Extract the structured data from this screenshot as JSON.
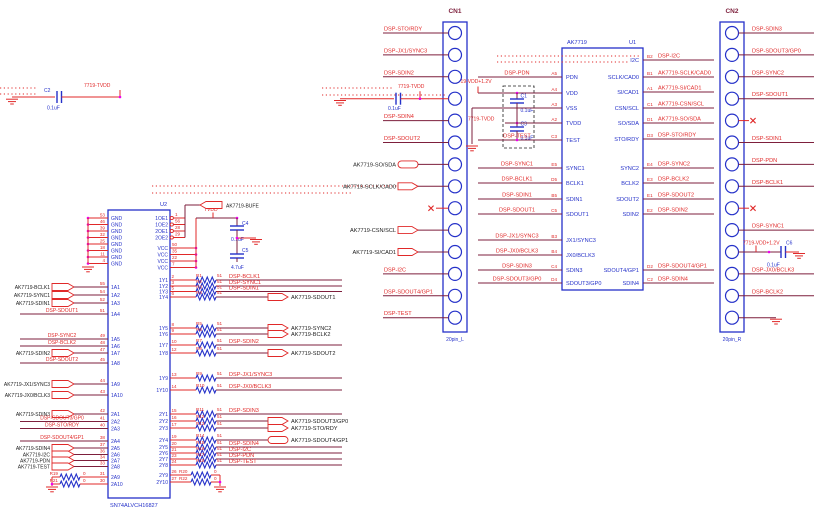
{
  "titles": {
    "cn1": "CN1",
    "cn1_type": "20pin_L",
    "cn2": "CN2",
    "cn2_type": "20pin_R",
    "u1_ref": "U1",
    "u1_part": "AK7719",
    "u2_ref": "U2",
    "u2_part": "SN74ALVCH16827"
  },
  "power": {
    "tvdd": "7719-TVDD",
    "vdd12": "7719-VDD+1.2V",
    "tvdd_rail": "TVDD",
    "bufe": "AK7719-BUFE"
  },
  "caps": {
    "c1": {
      "ref": "C1",
      "val": "0.1uF"
    },
    "c2": {
      "ref": "C2",
      "val": "0.1uF"
    },
    "c3": {
      "ref": "C3",
      "val": "0.1uF"
    },
    "c4": {
      "ref": "C4",
      "val": "0.1uF"
    },
    "c5": {
      "ref": "C5",
      "val": "4.7uF"
    },
    "c6": {
      "ref": "C6",
      "val": "0.1uF"
    },
    "cn1_cap_val": "0.1uF"
  },
  "cn1": {
    "rows": [
      {
        "t": "DSP-STO/RDY",
        "c": "r"
      },
      {
        "t": "DSP-JX1/SYNC3",
        "c": "r"
      },
      {
        "t": "DSP-SDIN2",
        "c": "r"
      },
      {
        "type": "tvdd"
      },
      {
        "t": "DSP-SDIN4",
        "c": "r"
      },
      {
        "t": "DSP-SDOUT2",
        "c": "r"
      },
      {
        "t": "AK7719-SO/SDA",
        "c": "k",
        "sym": "s"
      },
      {
        "t": "AK7719-SCLK/CAD0",
        "c": "k",
        "sym": "a"
      },
      {
        "type": "nc"
      },
      {
        "t": "AK7719-CSN/SCL",
        "c": "k",
        "sym": "a"
      },
      {
        "t": "AK7719-SI/CAD1",
        "c": "k",
        "sym": "a"
      },
      {
        "t": "DSP-I2C",
        "c": "r"
      },
      {
        "t": "DSP-SDOUT4/GP1",
        "c": "r"
      },
      {
        "t": "DSP-TEST",
        "c": "r"
      }
    ]
  },
  "cn2": {
    "rows": [
      {
        "t": "DSP-SDIN3"
      },
      {
        "t": "DSP-SDOUT3/GP0"
      },
      {
        "t": "DSP-SYNC2"
      },
      {
        "t": "DSP-SDOUT1"
      },
      {
        "type": "nc"
      },
      {
        "t": "DSP-SDIN1"
      },
      {
        "t": "DSP-PDN"
      },
      {
        "t": "DSP-BCLK1"
      },
      {
        "type": "nc"
      },
      {
        "t": "DSP-SYNC1"
      },
      {
        "type": "vdd"
      },
      {
        "t": "DSP-JX0/BCLK3"
      },
      {
        "t": "DSP-BCLK2"
      },
      {
        "type": "gnd"
      }
    ]
  },
  "u1": {
    "left": [
      {
        "pin": "A5",
        "name": "PDN",
        "label": "DSP-PDN"
      },
      {
        "pin": "A4",
        "name": "VDD",
        "pw": "vdd"
      },
      {
        "pin": "A3",
        "name": "VSS",
        "pw": "vss"
      },
      {
        "pin": "A2",
        "name": "TVDD",
        "pw": "tvdd"
      },
      {
        "pin": "C3",
        "name": "TEST",
        "label": "DSP-TEST"
      },
      {
        "pin": "E5",
        "name": "SYNC1",
        "label": "DSP-SYNC1"
      },
      {
        "pin": "D5",
        "name": "BCLK1",
        "label": "DSP-BCLK1"
      },
      {
        "pin": "B5",
        "name": "SDIN1",
        "label": "DSP-SDIN1"
      },
      {
        "pin": "C5",
        "name": "SDOUT1",
        "label": "DSP-SDOUT1"
      },
      {
        "pin": "B3",
        "name": "JX1/SYNC3",
        "label": "DSP-JX1/SYNC3"
      },
      {
        "pin": "B4",
        "name": "JX0/BCLK3",
        "label": "DSP-JX0/BCLK3"
      },
      {
        "pin": "C4",
        "name": "SDIN3",
        "label": "DSP-SDIN3"
      },
      {
        "pin": "D4",
        "name": "SDOUT3/GP0",
        "label": "DSP-SDOUT3/GP0"
      }
    ],
    "right": [
      {
        "pin": "B2",
        "name": "I2C",
        "label": "DSP-I2C"
      },
      {
        "pin": "B1",
        "name": "SCLK/CAD0",
        "label": "AK7719-SCLK/CAD0"
      },
      {
        "pin": "A1",
        "name": "SI/CAD1",
        "label": "AK7719-SI/CAD1"
      },
      {
        "pin": "C1",
        "name": "CSN/SCL",
        "label": "AK7719-CSN/SCL"
      },
      {
        "pin": "D1",
        "name": "SO/SDA",
        "label": "AK7719-SO/SDA"
      },
      {
        "pin": "D3",
        "name": "STO/RDY",
        "label": "DSP-STO/RDY"
      },
      {
        "pin": "E4",
        "name": "SYNC2",
        "label": "DSP-SYNC2"
      },
      {
        "pin": "E3",
        "name": "BCLK2",
        "label": "DSP-BCLK2"
      },
      {
        "pin": "E1",
        "name": "SDOUT2",
        "label": "DSP-SDOUT2"
      },
      {
        "pin": "E2",
        "name": "SDIN2",
        "label": "DSP-SDIN2"
      },
      {
        "pin": "D2",
        "name": "SDOUT4/GP1",
        "label": "DSP-SDOUT4/GP1"
      },
      {
        "pin": "C2",
        "name": "SDIN4",
        "label": "DSP-SDIN4"
      }
    ]
  },
  "u2": {
    "gnd": {
      "name": "GND",
      "pins": [
        "53",
        "46",
        "39",
        "32",
        "25",
        "18",
        "11",
        "4"
      ]
    },
    "oe": [
      {
        "pin": "1",
        "name": "1OE1"
      },
      {
        "pin": "56",
        "name": "1OE2"
      },
      {
        "pin": "28",
        "name": "2OE1"
      },
      {
        "pin": "29",
        "name": "2OE2"
      }
    ],
    "vcc": {
      "name": "VCC",
      "pins": [
        "50",
        "35",
        "22",
        "7"
      ]
    },
    "left": [
      {
        "t": "AK7719-BCLK1",
        "c": "k",
        "sym": "a",
        "pin": "55",
        "name": "1A1"
      },
      {
        "t": "AK7719-SYNC1",
        "c": "k",
        "sym": "a",
        "pin": "54",
        "name": "1A2"
      },
      {
        "t": "AK7719-SDIN1",
        "c": "k",
        "sym": "a",
        "pin": "52",
        "name": "1A3"
      },
      {
        "t": "DSP-SDOUT1",
        "c": "r",
        "pin": "51",
        "name": "1A4"
      },
      {
        "t": "DSP-SYNC2",
        "c": "r",
        "pin": "49",
        "name": "1A5"
      },
      {
        "t": "DSP-BCLK2",
        "c": "r",
        "pin": "48",
        "name": "1A6"
      },
      {
        "t": "AK7719-SDIN2",
        "c": "k",
        "sym": "a",
        "pin": "47",
        "name": "1A7"
      },
      {
        "t": "DSP-SDOUT2",
        "c": "r",
        "pin": "45",
        "name": "1A8"
      },
      {
        "t": "AK7719-JX1/SYNC3",
        "c": "k",
        "sym": "a",
        "pin": "44",
        "name": "1A9"
      },
      {
        "t": "AK7719-JX0/BCLK3",
        "c": "k",
        "sym": "a",
        "pin": "43",
        "name": "1A10"
      },
      {
        "t": "AK7719-SDIN3",
        "c": "k",
        "sym": "a",
        "pin": "42",
        "name": "2A1"
      },
      {
        "t": "DSP-SDOUT3/GP0",
        "c": "r",
        "pin": "41",
        "name": "2A2"
      },
      {
        "t": "DSP-STO/RDY",
        "c": "r",
        "pin": "40",
        "name": "2A3"
      },
      {
        "t": "DSP-SDOUT4/GP1",
        "c": "r",
        "pin": "38",
        "name": "2A4"
      },
      {
        "t": "AK7719-SDIN4",
        "c": "k",
        "sym": "a",
        "pin": "37",
        "name": "2A5"
      },
      {
        "t": "AK7719-I2C",
        "c": "k",
        "sym": "a",
        "pin": "36",
        "name": "2A6"
      },
      {
        "t": "AK7719-PDN",
        "c": "k",
        "sym": "a",
        "pin": "34",
        "name": "2A7"
      },
      {
        "t": "AK7719-TEST",
        "c": "k",
        "sym": "a",
        "pin": "33",
        "name": "2A8"
      },
      {
        "res": "R19",
        "val": "0",
        "pin": "31",
        "name": "2A9"
      },
      {
        "res": "R21",
        "val": "0",
        "pin": "30",
        "name": "2A10"
      }
    ],
    "right": [
      {
        "name": "1Y1",
        "pin": "2",
        "res": "R1",
        "val": "51",
        "t": "DSP-BCLK1",
        "c": "r"
      },
      {
        "name": "1Y2",
        "pin": "3",
        "res": "R2",
        "val": "51",
        "t": "DSP-SYNC1",
        "c": "r"
      },
      {
        "name": "1Y3",
        "pin": "5",
        "res": "R3",
        "val": "51",
        "t": "DSP-SDIN1",
        "c": "r"
      },
      {
        "name": "1Y4",
        "pin": "6",
        "res": "R4",
        "val": "51",
        "t": "AK7719-SDOUT1",
        "c": "k",
        "sym": "a"
      },
      {
        "name": "1Y5",
        "pin": "8",
        "res": "R5",
        "val": "51",
        "t": "AK7719-SYNC2",
        "c": "k",
        "sym": "a"
      },
      {
        "name": "1Y6",
        "pin": "9",
        "res": "R6",
        "val": "51",
        "t": "AK7719-BCLK2",
        "c": "k",
        "sym": "a"
      },
      {
        "name": "1Y7",
        "pin": "10",
        "res": "R7",
        "val": "51",
        "t": "DSP-SDIN2",
        "c": "r"
      },
      {
        "name": "1Y8",
        "pin": "12",
        "res": "R8",
        "val": "51",
        "t": "AK7719-SDOUT2",
        "c": "k",
        "sym": "a"
      },
      {
        "name": "1Y9",
        "pin": "13",
        "res": "R9",
        "val": "51",
        "t": "DSP-JX1/SYNC3",
        "c": "r"
      },
      {
        "name": "1Y10",
        "pin": "14",
        "res": "R10",
        "val": "51",
        "t": "DSP-JX0/BCLK3",
        "c": "r"
      },
      {
        "name": "2Y1",
        "pin": "15",
        "res": "R11",
        "val": "51",
        "t": "DSP-SDIN3",
        "c": "r"
      },
      {
        "name": "2Y2",
        "pin": "16",
        "res": "R12",
        "val": "51",
        "t": "AK7719-SDOUT3/GP0",
        "c": "k",
        "sym": "a"
      },
      {
        "name": "2Y3",
        "pin": "17",
        "res": "R13",
        "val": "51",
        "t": "AK7719-STO/RDY",
        "c": "k",
        "sym": "a"
      },
      {
        "name": "2Y4",
        "pin": "19",
        "res": "R14",
        "val": "51",
        "t": "AK7719-SDOUT4/GP1",
        "c": "k",
        "sym": "s"
      },
      {
        "name": "2Y5",
        "pin": "20",
        "res": "R15",
        "val": "51",
        "t": "DSP-SDIN4",
        "c": "r"
      },
      {
        "name": "2Y6",
        "pin": "21",
        "res": "R16",
        "val": "51",
        "t": "DSP-I2C",
        "c": "r"
      },
      {
        "name": "2Y7",
        "pin": "23",
        "res": "R17",
        "val": "51",
        "t": "DSP-PDN",
        "c": "r"
      },
      {
        "name": "2Y8",
        "pin": "24",
        "res": "R18",
        "val": "51",
        "t": "DSP-TEST",
        "c": "r"
      },
      {
        "name": "2Y9",
        "pin": "26",
        "res": "R20",
        "val": "0"
      },
      {
        "name": "2Y10",
        "pin": "27",
        "res": "R22",
        "val": "0"
      }
    ]
  },
  "palette": {
    "wire": "#7d1f3c",
    "red": "#e02929",
    "blue": "#2531c9",
    "black": "#1c1c1c",
    "magenta": "#ee00ee",
    "bg": "#ffffff"
  }
}
